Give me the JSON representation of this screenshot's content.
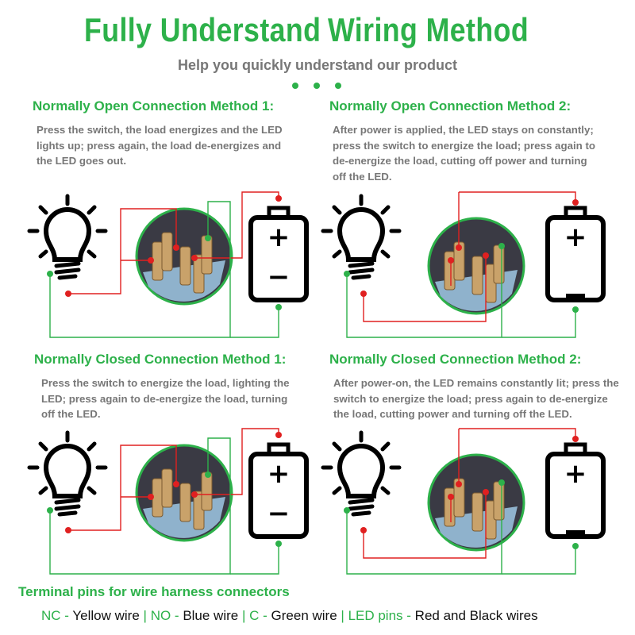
{
  "header": {
    "title_left": "Fully Understand",
    "title_right": "Wiring Method",
    "subtitle": "Help you quickly understand our product"
  },
  "sections": [
    {
      "heading": "Normally Open Connection Method 1:",
      "text": "Press the switch, the load energizes and the LED lights up; press again, the load de-energizes and the LED goes out."
    },
    {
      "heading": "Normally Open Connection Method 2:",
      "text": "After power is applied, the LED stays on constantly; press the switch to energize the load; press again to de-energize the load, cutting off power and turning off the LED."
    },
    {
      "heading": "Normally Closed Connection Method 1:",
      "text": "Press the switch to energize the load, lighting the LED; press again to de-energize the load, turning off the LED."
    },
    {
      "heading": "Normally Closed Connection Method 2:",
      "text": "After power-on, the LED remains constantly lit; press the switch to energize the load; press again to de-energize the load, cutting power and turning off the LED."
    }
  ],
  "footer": {
    "heading": "Terminal pins for wire harness connectors",
    "nc_label": "NC -",
    "nc_value": "Yellow wire",
    "sep": "|",
    "no_label": "NO -",
    "no_value": "Blue wire",
    "c_label": "C -",
    "c_value": "Green wire",
    "led_label": "LED pins -",
    "led_value": "Red and Black wires"
  },
  "battery": {
    "plus": "+",
    "minus": "−"
  },
  "colors": {
    "green": "#2db14a",
    "red": "#e02020",
    "gray": "#777777"
  }
}
